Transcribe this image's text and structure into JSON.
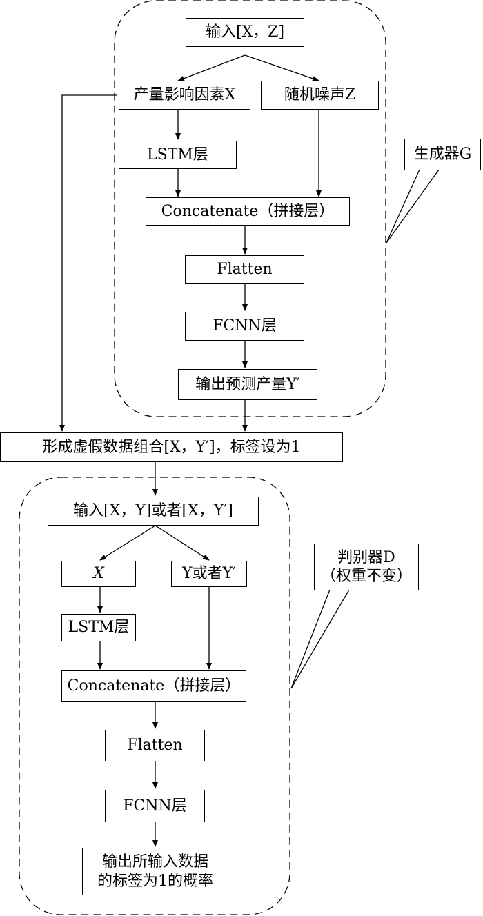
{
  "diagram": {
    "generator": {
      "callout_label": "生成器G",
      "input": "输入[X，Z]",
      "factor_x": "产量影响因素X",
      "noise_z": "随机噪声Z",
      "lstm": "LSTM层",
      "concat": "Concatenate（拼接层）",
      "flatten": "Flatten",
      "fcnn": "FCNN层",
      "output": "输出预测产量Y′"
    },
    "combine": "形成虚假数据组合[X，Y′]，标签设为1",
    "discriminator": {
      "callout_label_line1": "判别器D",
      "callout_label_line2": "（权重不变）",
      "input": "输入[X，Y]或者[X，Y′]",
      "x": "X",
      "y": "Y或者Y′",
      "lstm": "LSTM层",
      "concat": "Concatenate（拼接层）",
      "flatten": "Flatten",
      "fcnn": "FCNN层",
      "output_line1": "输出所输入数据",
      "output_line2": "的标签为1的概率"
    },
    "colors": {
      "stroke": "#000000",
      "background": "#ffffff"
    }
  }
}
